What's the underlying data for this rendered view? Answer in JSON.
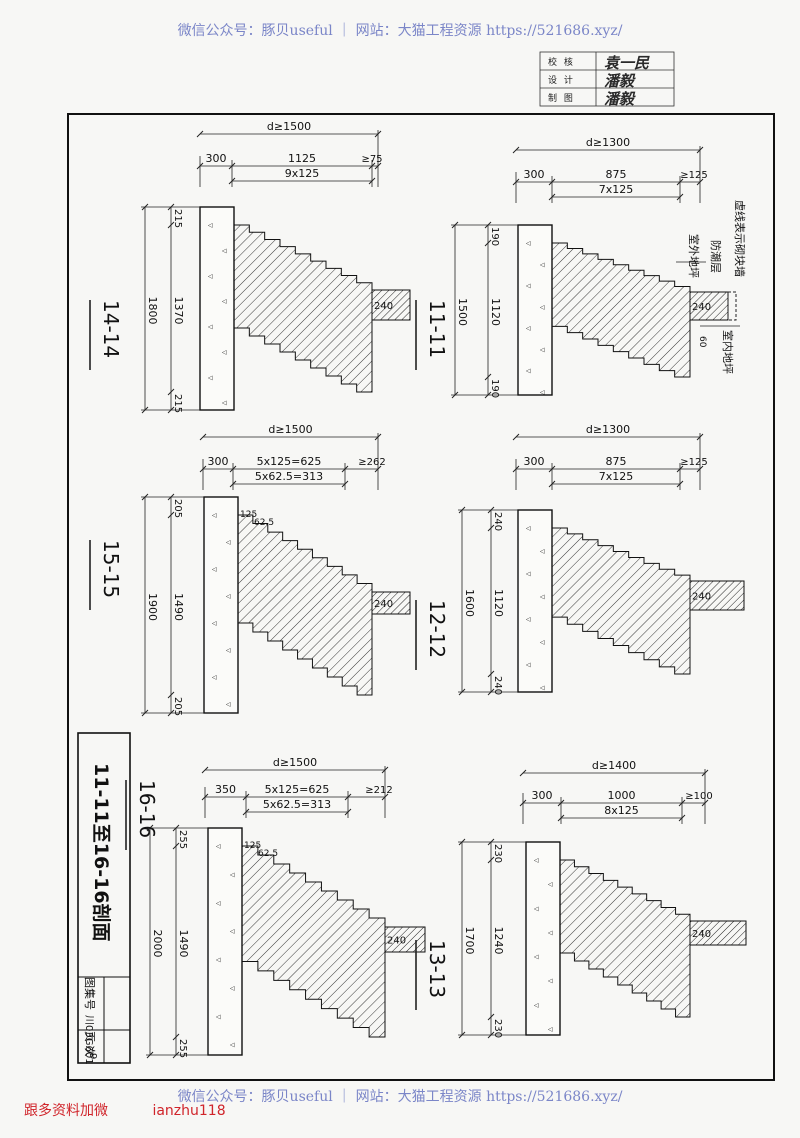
{
  "watermark": {
    "top": "微信公众号：豚贝useful ｜ 网站：大猫工程资源 https://521686.xyz/",
    "bottom": "微信公众号：豚贝useful ｜ 网站：大猫工程资源 https://521686.xyz/"
  },
  "note": {
    "left": "跟多资料加微",
    "right": "ianzhu118"
  },
  "sign_block": [
    {
      "label": "校 核",
      "sign": "袁一民"
    },
    {
      "label": "设 计",
      "sign": "潘毅"
    },
    {
      "label": "制 图",
      "sign": "潘毅"
    }
  ],
  "title_block": {
    "sheet_title": "11-11至16-16剖面",
    "atlas_label": "图集号",
    "atlas_value": "川03G601",
    "page_label": "页 次",
    "page_value": "9"
  },
  "sections": [
    {
      "id": "14-14",
      "d": "d≥1500",
      "top": [
        "300",
        "1125",
        "≥75"
      ],
      "sub": "9x125",
      "total": "1800",
      "parts": [
        "215",
        "1370",
        "215"
      ],
      "wall": "240",
      "notes": []
    },
    {
      "id": "11-11",
      "d": "d≥1300",
      "top": [
        "300",
        "875",
        "≥125"
      ],
      "sub": "7x125",
      "total": "1500",
      "parts": [
        "190",
        "1120",
        "190"
      ],
      "wall": "240",
      "notes": [
        "虚线表示砌块墙",
        "防潮层",
        "室外地坪",
        "室内地坪",
        "60"
      ]
    },
    {
      "id": "15-15",
      "d": "d≥1500",
      "top": [
        "300",
        "5x125=625",
        "≥262"
      ],
      "sub": "5x62.5=313",
      "total": "1900",
      "parts": [
        "205",
        "1490",
        "205"
      ],
      "wall": "240",
      "notes": [
        "125",
        "62.5"
      ]
    },
    {
      "id": "12-12",
      "d": "d≥1300",
      "top": [
        "300",
        "875",
        "≥125"
      ],
      "sub": "7x125",
      "total": "1600",
      "parts": [
        "240",
        "1120",
        "240"
      ],
      "wall": "240",
      "notes": []
    },
    {
      "id": "16-16",
      "d": "d≥1500",
      "top": [
        "350",
        "5x125=625",
        "≥212"
      ],
      "sub": "5x62.5=313",
      "total": "2000",
      "parts": [
        "255",
        "1490",
        "255"
      ],
      "wall": "240",
      "notes": [
        "125",
        "62.5"
      ]
    },
    {
      "id": "13-13",
      "d": "d≥1400",
      "top": [
        "300",
        "1000",
        "≥100"
      ],
      "sub": "8x125",
      "total": "1700",
      "parts": [
        "230",
        "1240",
        "230"
      ],
      "wall": "240",
      "notes": []
    }
  ]
}
